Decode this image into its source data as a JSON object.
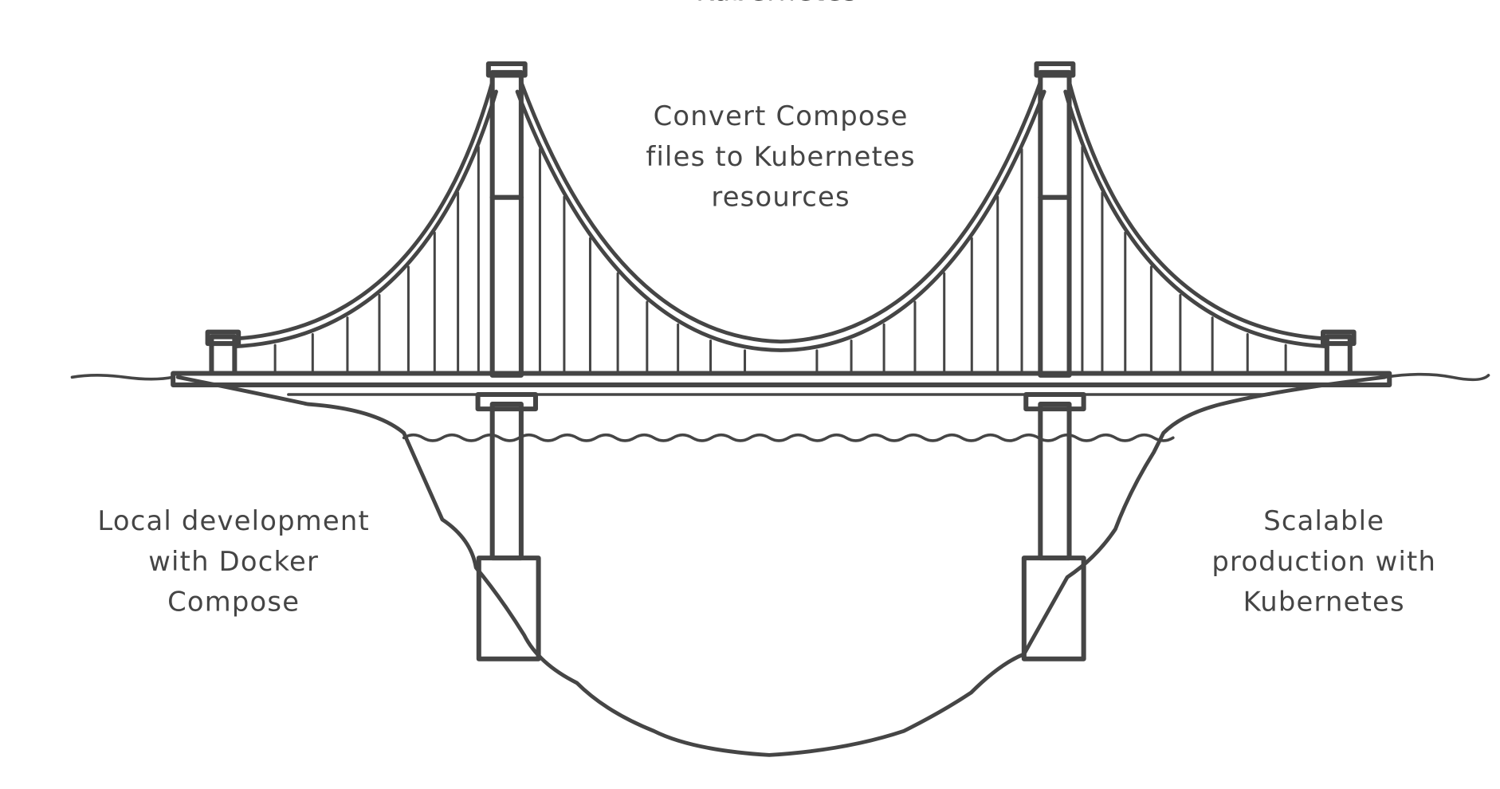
{
  "title": "Kubernetes",
  "labels": {
    "center": [
      "Convert Compose",
      "files to Kubernetes",
      "resources"
    ],
    "left": [
      "Local development",
      "with Docker",
      "Compose"
    ],
    "right": [
      "Scalable",
      "production with",
      "Kubernetes"
    ]
  },
  "colors": {
    "stroke": "#454545",
    "background": "#ffffff"
  }
}
